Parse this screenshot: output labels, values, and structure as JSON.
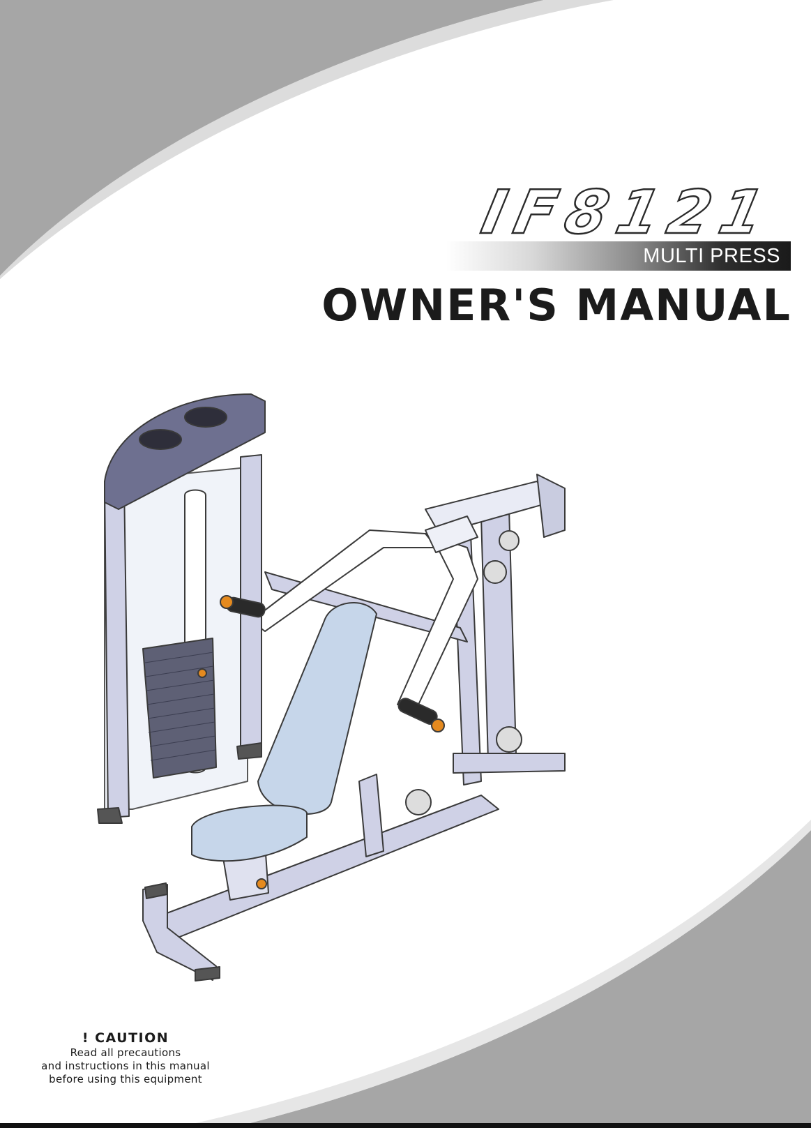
{
  "cover": {
    "model_number": "IF8121",
    "subtitle": "MULTI PRESS",
    "title": "OWNER'S MANUAL"
  },
  "caution": {
    "heading": "! CAUTION",
    "lines": [
      "Read all precautions",
      "and instructions in this manual",
      "before using this equipment"
    ]
  },
  "colors": {
    "swoosh_gray": "#a6a6a6",
    "frame": "#cfd1e6",
    "pad": "#c6d6ea",
    "shroud": "#6e7090",
    "handle": "#2a2a2a",
    "accent_pin": "#e58a1f"
  }
}
